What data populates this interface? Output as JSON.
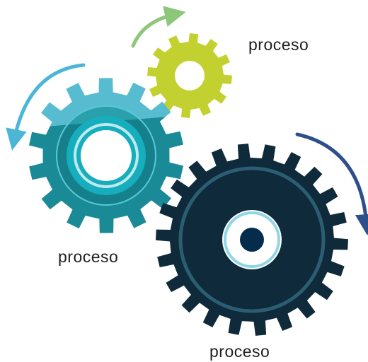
{
  "labels": {
    "small_gear": "proceso",
    "medium_gear": "proceso",
    "large_gear": "proceso"
  },
  "colors": {
    "small_gear": "#c2d12f",
    "medium_gear_light": "#57bccf",
    "medium_gear_dark": "#1a8a96",
    "medium_inner_ring": "#16aebd",
    "large_gear": "#0f2a3a",
    "large_inner_ring": "#2b5d73",
    "arrow_green": "#8cc77a",
    "arrow_cyan": "#4bb6d6",
    "arrow_navy": "#2f4f8a"
  },
  "icons": [
    "small-gear-icon",
    "medium-gear-icon",
    "large-gear-icon",
    "rotation-arrow-icon"
  ]
}
